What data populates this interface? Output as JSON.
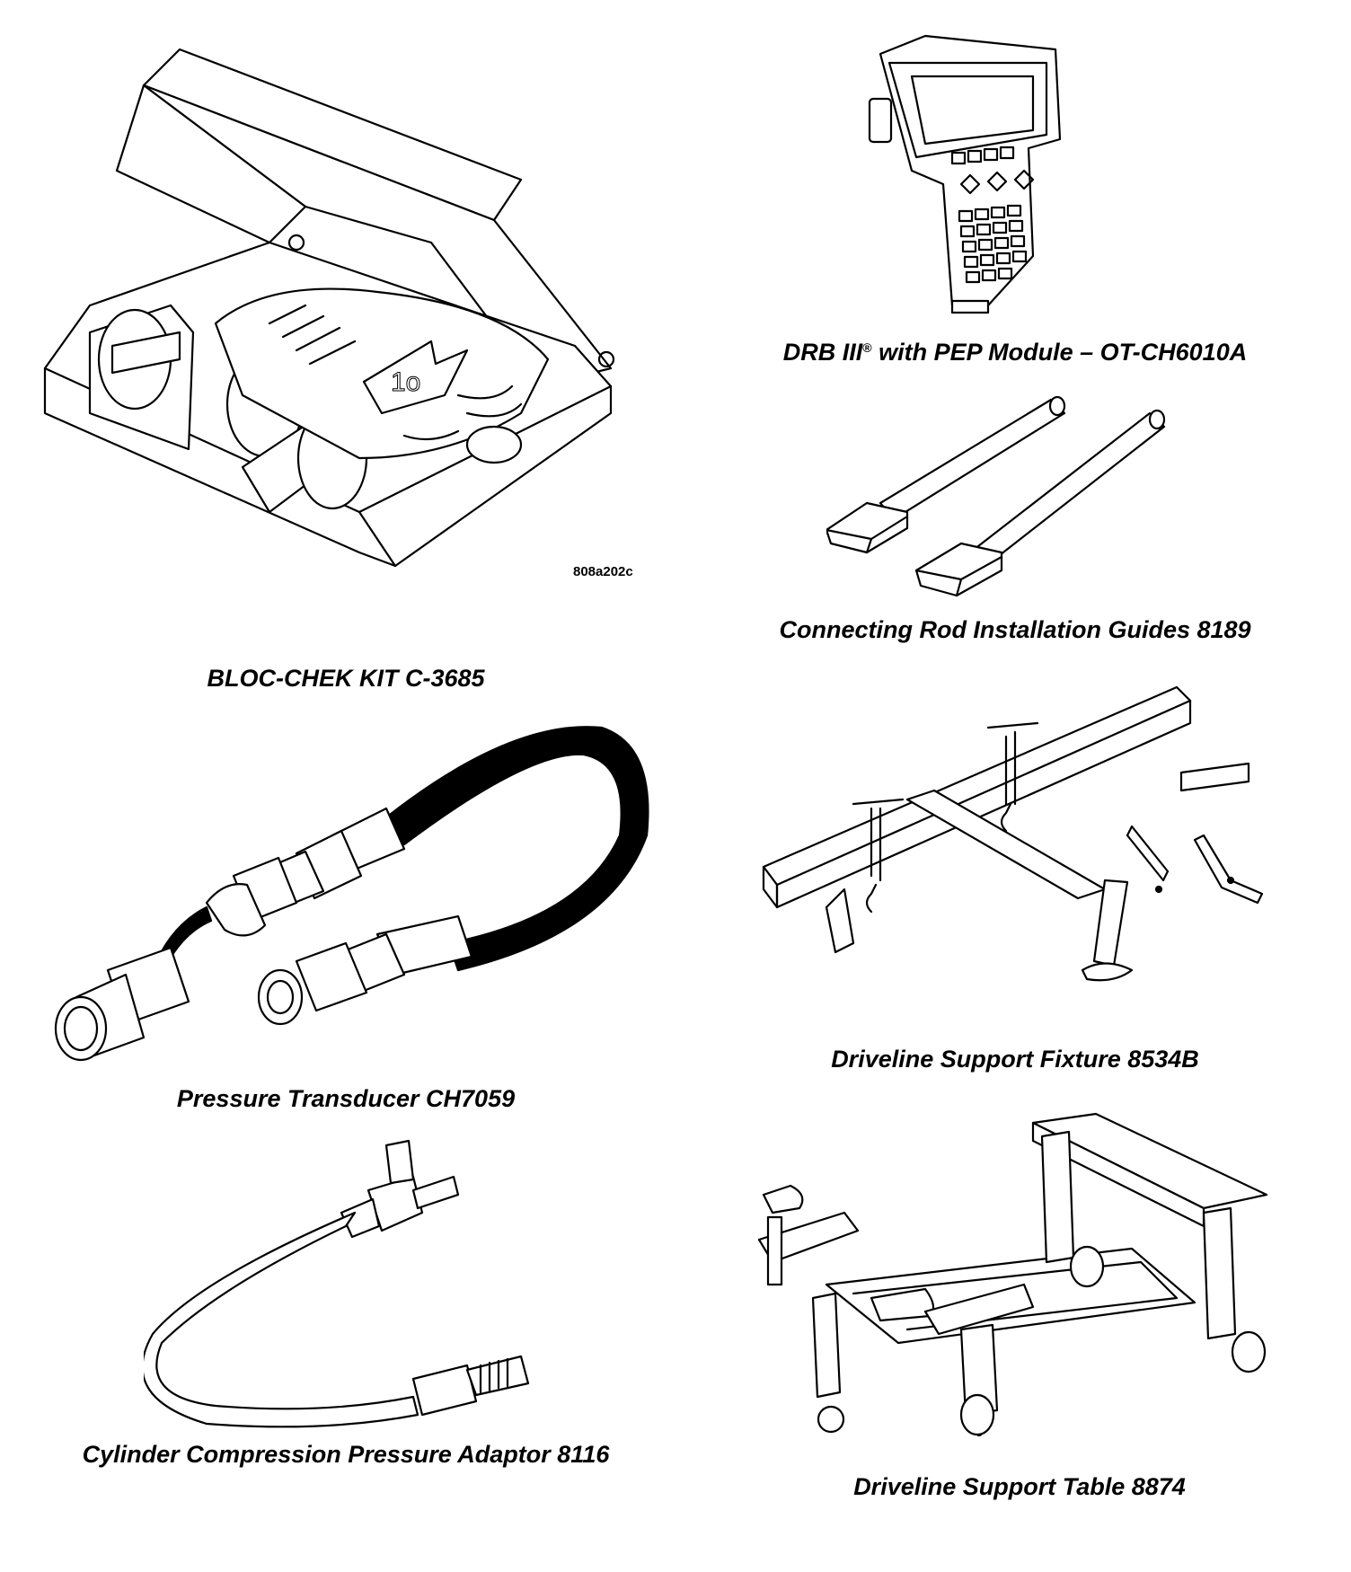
{
  "figure_code": "808a202c",
  "tools": [
    {
      "id": "bloc-chek",
      "caption": "BLOC-CHEK KIT C-3685"
    },
    {
      "id": "drb",
      "caption_prefix": "DRB III",
      "caption_mark": "®",
      "caption_suffix": " with PEP Module – OT-CH6010A"
    },
    {
      "id": "rod-guides",
      "caption": "Connecting Rod Installation Guides 8189"
    },
    {
      "id": "transducer",
      "caption": "Pressure Transducer CH7059"
    },
    {
      "id": "fixture",
      "caption": "Driveline Support Fixture 8534B"
    },
    {
      "id": "adaptor",
      "caption": "Cylinder Compression Pressure Adaptor 8116"
    },
    {
      "id": "table",
      "caption": "Driveline Support Table 8874"
    }
  ]
}
